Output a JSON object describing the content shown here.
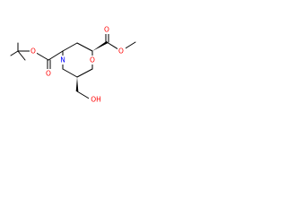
{
  "molecule": {
    "atoms": {
      "ring_oxygen": "O",
      "ring_nitrogen": "N",
      "boc_ester_oxygen": "O",
      "boc_carbonyl_oxygen": "O",
      "methyl_ester_oxygen": "O",
      "methyl_carbonyl_oxygen": "O",
      "hydroxyl": "OH"
    },
    "colors": {
      "oxygen": "#ff0000",
      "nitrogen": "#0000ff",
      "bonds": "#000000"
    }
  }
}
